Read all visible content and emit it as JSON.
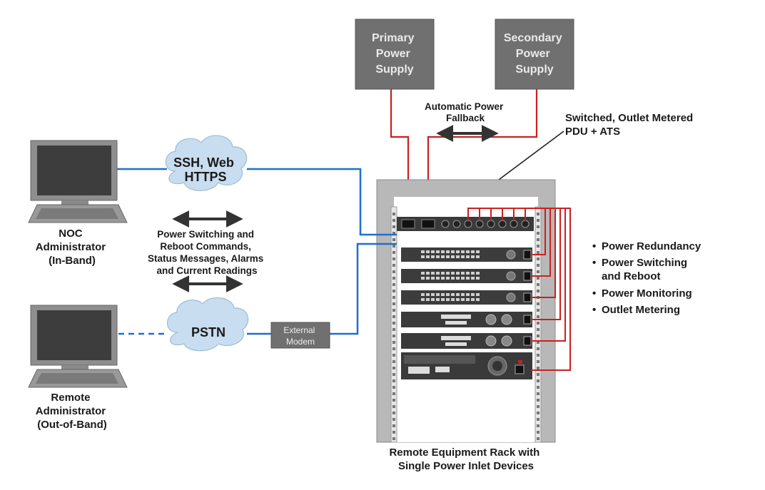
{
  "primary_psu": {
    "lines": [
      "Primary",
      "Power",
      "Supply"
    ]
  },
  "secondary_psu": {
    "lines": [
      "Secondary",
      "Power",
      "Supply"
    ]
  },
  "fallback": {
    "lines": [
      "Automatic Power",
      "Fallback"
    ]
  },
  "pdu_label": {
    "lines": [
      "Switched, Outlet Metered",
      "PDU + ATS"
    ]
  },
  "cloud_inband": {
    "lines": [
      "SSH, Web",
      "HTTPS"
    ]
  },
  "cloud_pstn": {
    "label": "PSTN"
  },
  "modem": {
    "lines": [
      "External",
      "Modem"
    ]
  },
  "commands": {
    "lines": [
      "Power Switching and",
      "Reboot Commands,",
      "Status Messages, Alarms",
      "and Current Readings"
    ]
  },
  "noc_admin": {
    "lines": [
      "NOC",
      "Administrator",
      "(In-Band)"
    ]
  },
  "remote_admin": {
    "lines": [
      "Remote",
      "Administrator",
      "(Out-of-Band)"
    ]
  },
  "rack_caption": {
    "lines": [
      "Remote Equipment Rack with",
      "Single Power Inlet Devices"
    ]
  },
  "features": [
    "Power Redundancy",
    "Power Switching",
    "and Reboot",
    "Power Monitoring",
    "Outlet Metering"
  ],
  "colors": {
    "power": "#cc1f1f",
    "data": "#1e6fd0",
    "box": "#707070",
    "rack": "#b8b8b8",
    "device": "#3c3c3c"
  }
}
